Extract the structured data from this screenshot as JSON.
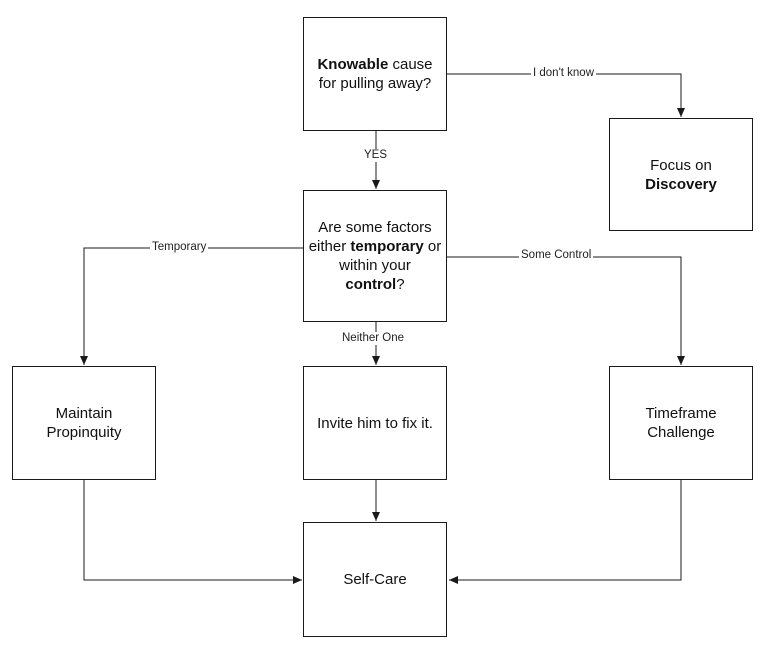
{
  "nodes": {
    "knowable": {
      "parts": [
        {
          "text": "Knowable",
          "bold": true
        },
        {
          "text": " cause",
          "bold": false
        },
        {
          "br": true
        },
        {
          "text": "for pulling away?",
          "bold": false
        }
      ]
    },
    "discovery": {
      "parts": [
        {
          "text": "Focus on",
          "bold": false
        },
        {
          "br": true
        },
        {
          "text": "Discovery",
          "bold": true
        }
      ]
    },
    "factors": {
      "parts": [
        {
          "text": "Are some factors",
          "bold": false
        },
        {
          "br": true
        },
        {
          "text": "either ",
          "bold": false
        },
        {
          "text": "temporary",
          "bold": true
        },
        {
          "text": " or",
          "bold": false
        },
        {
          "br": true
        },
        {
          "text": "within your",
          "bold": false
        },
        {
          "br": true
        },
        {
          "text": "control",
          "bold": true
        },
        {
          "text": "?",
          "bold": false
        }
      ]
    },
    "propinquity": {
      "parts": [
        {
          "text": "Maintain",
          "bold": false
        },
        {
          "br": true
        },
        {
          "text": "Propinquity",
          "bold": false
        }
      ]
    },
    "invite": {
      "parts": [
        {
          "text": "Invite him to fix it.",
          "bold": false
        }
      ]
    },
    "timeframe": {
      "parts": [
        {
          "text": "Timeframe",
          "bold": false
        },
        {
          "br": true
        },
        {
          "text": "Challenge",
          "bold": false
        }
      ]
    },
    "selfcare": {
      "parts": [
        {
          "text": "Self-Care",
          "bold": false
        }
      ]
    }
  },
  "edges": {
    "dont_know": "I don't know",
    "yes": "YES",
    "temporary": "Temporary",
    "some_control": "Some Control",
    "neither_one": "Neither One"
  },
  "colors": {
    "stroke": "#1a1a1a",
    "background": "#ffffff"
  }
}
